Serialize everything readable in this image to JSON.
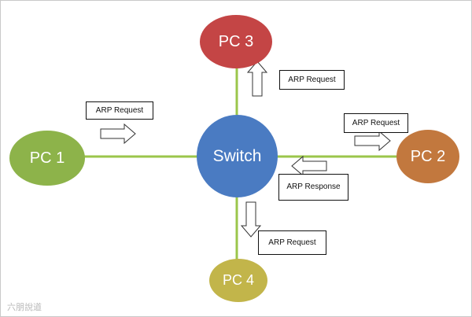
{
  "nodes": {
    "pc1": {
      "label": "PC 1",
      "color": "#8db34a"
    },
    "pc2": {
      "label": "PC 2",
      "color": "#c2783e"
    },
    "pc3": {
      "label": "PC 3",
      "color": "#c44545"
    },
    "pc4": {
      "label": "PC 4",
      "color": "#c2b54a"
    },
    "switch": {
      "label": "Switch",
      "color": "#4a7bc2"
    }
  },
  "link_color": "#9bc64b",
  "messages": {
    "pc1_request": "ARP Request",
    "pc3_request": "ARP Request",
    "pc2_request": "ARP Request",
    "pc2_response": "ARP Response",
    "pc4_request": "ARP Request"
  },
  "watermark": "六朋說道"
}
